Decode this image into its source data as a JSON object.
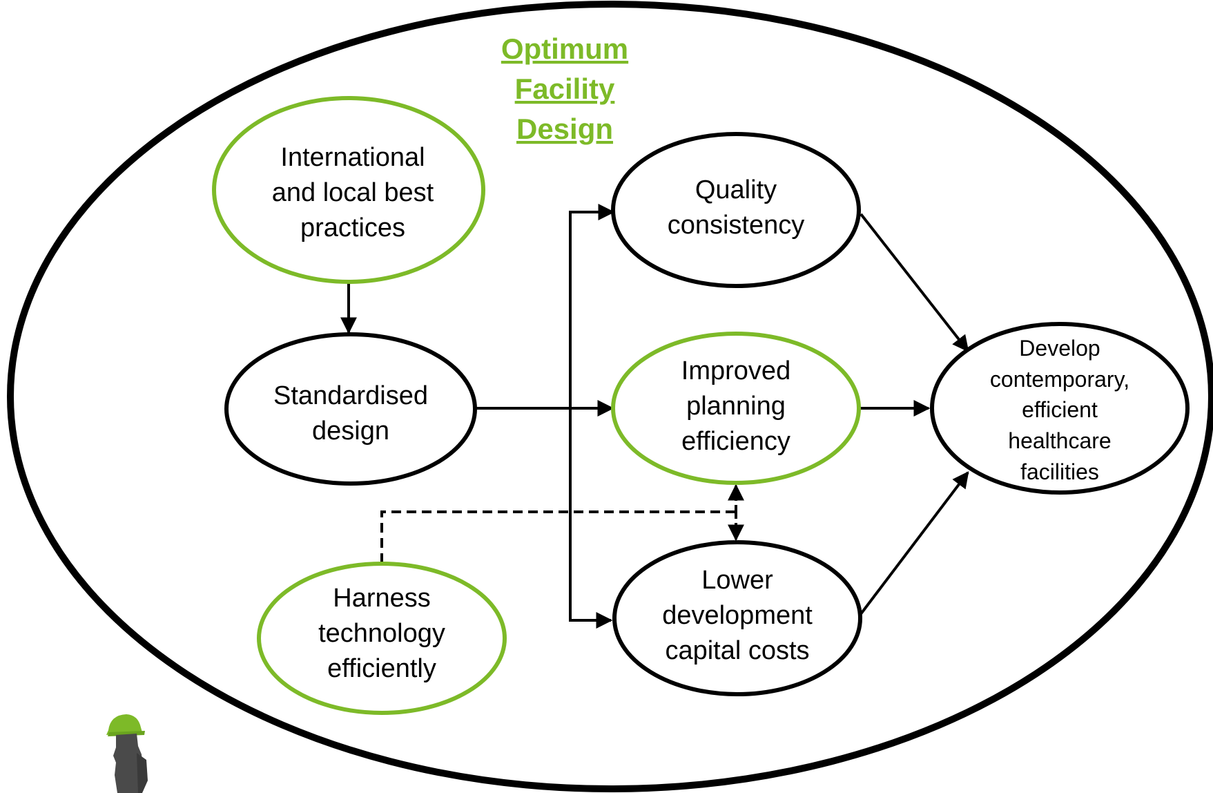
{
  "title": {
    "lines": [
      "Optimum",
      "Facility",
      "Design"
    ],
    "color": "#7dba28"
  },
  "colors": {
    "accent_green": "#7dba28",
    "outline_black": "#000000",
    "figure_gray": "#4a4a4a"
  },
  "nodes": {
    "best_practices": {
      "lines": [
        "International",
        "and local best",
        "practices"
      ],
      "outline": "green"
    },
    "standardised_design": {
      "lines": [
        "Standardised",
        "design"
      ],
      "outline": "black"
    },
    "quality_consistency": {
      "lines": [
        "Quality",
        "consistency"
      ],
      "outline": "black"
    },
    "planning_efficiency": {
      "lines": [
        "Improved",
        "planning",
        "efficiency"
      ],
      "outline": "green"
    },
    "lower_costs": {
      "lines": [
        "Lower",
        "development",
        "capital costs"
      ],
      "outline": "black"
    },
    "harness_technology": {
      "lines": [
        "Harness",
        "technology",
        "efficiently"
      ],
      "outline": "green"
    },
    "develop_facilities": {
      "lines": [
        "Develop",
        "contemporary,",
        "efficient",
        "healthcare",
        "facilities"
      ],
      "outline": "black"
    }
  },
  "figure": {
    "icon": "worker-hard-hat-icon"
  }
}
